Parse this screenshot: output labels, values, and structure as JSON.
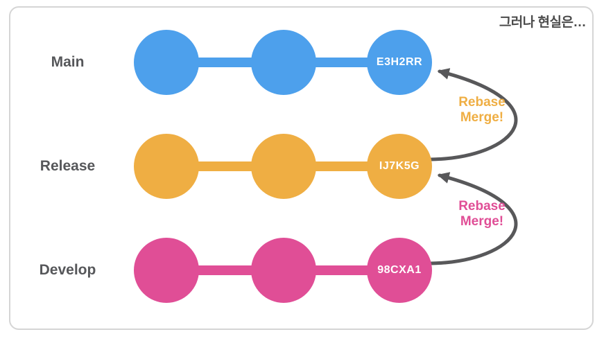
{
  "caption": "그러나 현실은…",
  "colors": {
    "main_branch": "#4DA0EC",
    "release_branch": "#EFAE43",
    "develop_branch": "#E04E96",
    "arrow": "#58585A",
    "branch_label_text": "#56575A",
    "commit_label_text": "#FFFFFF",
    "caption_text": "#4B4B4B",
    "card_border": "#D5D5D5",
    "background": "#FFFFFF"
  },
  "branches": [
    {
      "name": "Main",
      "color": "#4DA0EC",
      "commits": [
        {
          "label": ""
        },
        {
          "label": ""
        },
        {
          "label": "E3H2RR"
        }
      ]
    },
    {
      "name": "Release",
      "color": "#EFAE43",
      "commits": [
        {
          "label": ""
        },
        {
          "label": ""
        },
        {
          "label": "IJ7K5G"
        }
      ]
    },
    {
      "name": "Develop",
      "color": "#E04E96",
      "commits": [
        {
          "label": ""
        },
        {
          "label": ""
        },
        {
          "label": "98CXA1"
        }
      ]
    }
  ],
  "annotations": [
    {
      "line1": "Rebase",
      "line2": "Merge!",
      "color": "#EFAE43",
      "from": "Release",
      "to": "Main"
    },
    {
      "line1": "Rebase",
      "line2": "Merge!",
      "color": "#E04E96",
      "from": "Develop",
      "to": "Release"
    }
  ]
}
